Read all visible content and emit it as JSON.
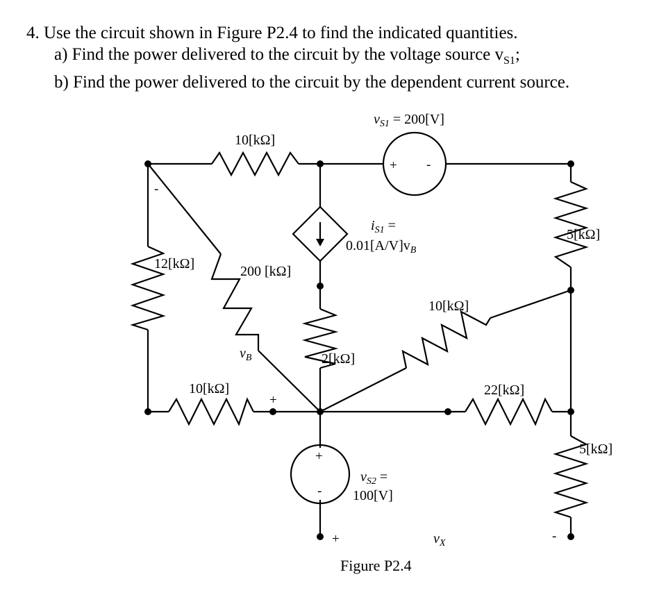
{
  "problem": {
    "statement": "4.  Use the circuit shown in Figure P2.4 to find the indicated quantities.",
    "part_a": "a)  Find the power delivered to the circuit by the voltage source v",
    "part_a_sub": "S1",
    "part_a_end": ";",
    "part_b": "b)  Find the power delivered to the circuit by the dependent current source."
  },
  "figure": {
    "caption": "Figure P2.4",
    "vs1": {
      "sym": "v",
      "sub": "S1",
      "value": " = 200[V]"
    },
    "is1": {
      "sym": "i",
      "sub": "S1",
      "eq": " =",
      "expr": "0.01[A/V]v",
      "expr_sub": "B"
    },
    "vs2": {
      "sym": "v",
      "sub": "S2",
      "eq": " =",
      "value": "100[V]"
    },
    "vb": {
      "sym": "v",
      "sub": "B"
    },
    "vx": {
      "sym": "v",
      "sub": "X"
    },
    "resistors": {
      "r_top": "10[kΩ]",
      "r_left": "12[kΩ]",
      "r_diag": "200 [kΩ]",
      "r_bottom_left": "10[kΩ]",
      "r_center": "2[kΩ]",
      "r_mid_right": "10[kΩ]",
      "r_right_top": "5[kΩ]",
      "r_bottom_right": "22[kΩ]",
      "r_right_bottom": "5[kΩ]"
    },
    "signs": {
      "plus": "+",
      "minus": "-"
    }
  }
}
